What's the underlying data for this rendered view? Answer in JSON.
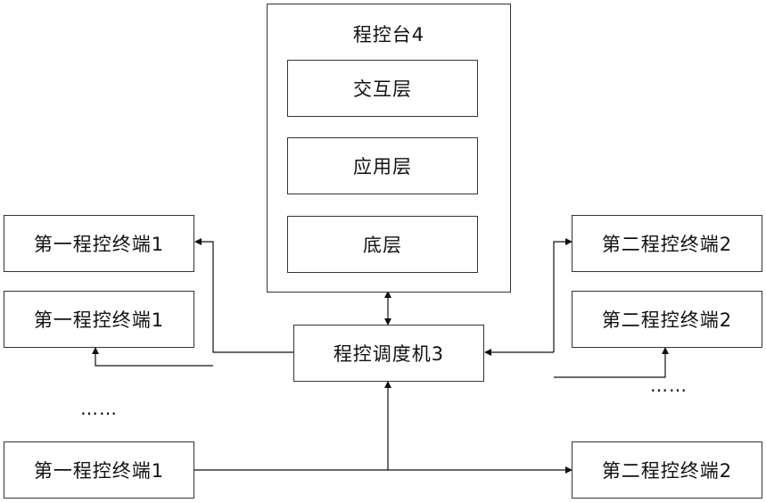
{
  "console": {
    "title": "程控台4",
    "layers": [
      "交互层",
      "应用层",
      "底层"
    ]
  },
  "scheduler": {
    "label": "程控调度机3"
  },
  "first_terminals": [
    "第一程控终端1",
    "第一程控终端1",
    "第一程控终端1"
  ],
  "second_terminals": [
    "第二程控终端2",
    "第二程控终端2",
    "第二程控终端2"
  ],
  "ellipsis": {
    "left": "……",
    "right": "……"
  }
}
